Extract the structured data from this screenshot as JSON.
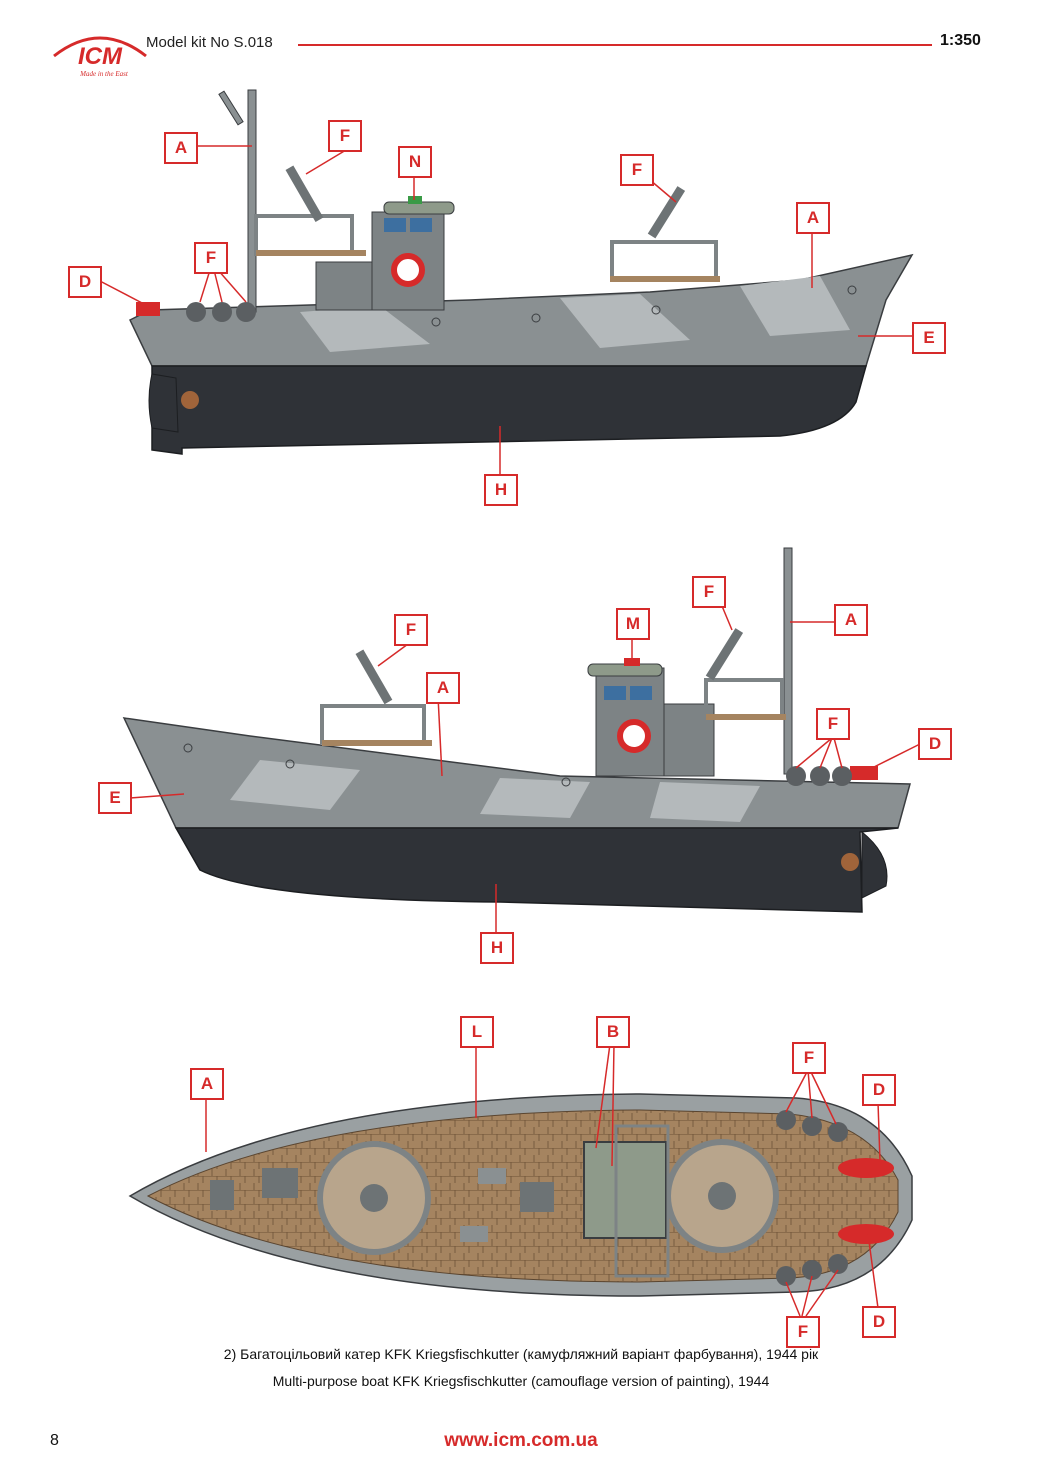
{
  "header": {
    "logo_text": "ICM",
    "logo_tagline": "Made in the East",
    "kit_no": "Model kit No S.018",
    "scale": "1:350"
  },
  "colors": {
    "accent": "#d62a2a",
    "hull_grey": "#8a9092",
    "hull_camo": "#b4b9bb",
    "below_waterline": "#2f3237",
    "deck_wood": "#a58460",
    "superstructure": "#7d8385",
    "interior_green": "#7f9479"
  },
  "views": {
    "side_starboard": {
      "callouts": [
        "A",
        "F",
        "N",
        "F",
        "A",
        "D",
        "F",
        "E",
        "H"
      ]
    },
    "side_port": {
      "callouts": [
        "F",
        "M",
        "F",
        "A",
        "A",
        "E",
        "F",
        "D",
        "H"
      ]
    },
    "top": {
      "callouts": [
        "L",
        "B",
        "F",
        "A",
        "D",
        "D",
        "F"
      ]
    }
  },
  "caption": {
    "ua": "2) Багатоцільовий катер KFK Kriegsfischkutter (камуфляжний варіант фарбування), 1944 рік",
    "en": "Multi-purpose boat KFK Kriegsfischkutter (camouflage version of painting), 1944"
  },
  "footer": {
    "page_number": "8",
    "url": "www.icm.com.ua"
  }
}
